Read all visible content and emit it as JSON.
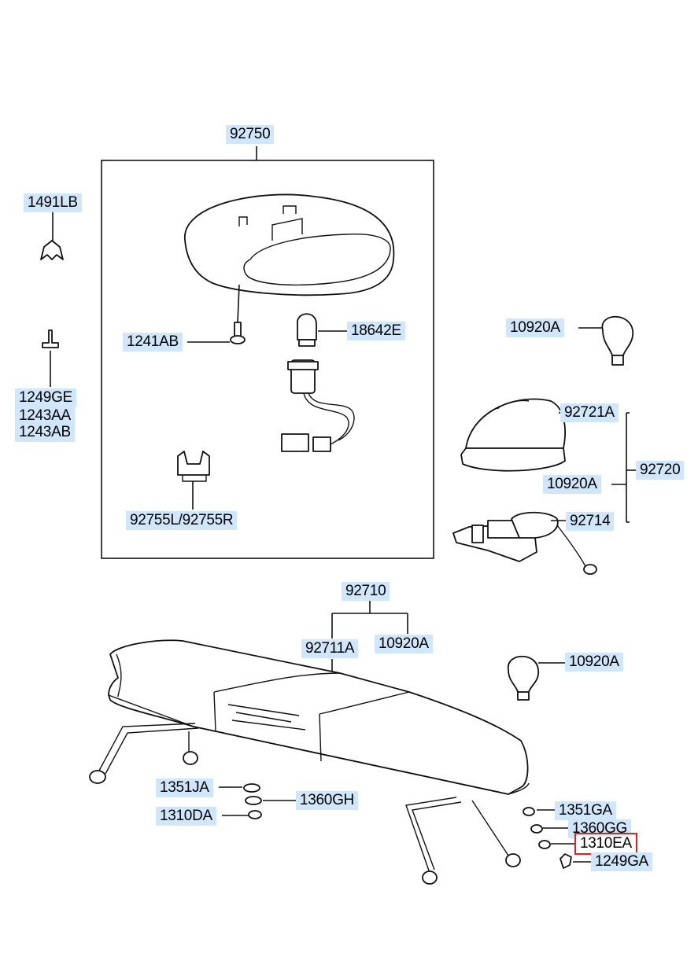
{
  "labels": {
    "p92750": "92750",
    "p1491LB": "1491LB",
    "p1241AB": "1241AB",
    "p18642E": "18642E",
    "p1249GE": "1249GE",
    "p1243AA": "1243AA",
    "p1243AB": "1243AB",
    "p92755": "92755L/92755R",
    "p10920A_top": "10920A",
    "p92721A": "92721A",
    "p92720": "92720",
    "p10920A_mid": "10920A",
    "p92714": "92714",
    "p92710": "92710",
    "p92711A": "92711A",
    "p10920A_bar": "10920A",
    "p10920A_loose": "10920A",
    "p1351JA": "1351JA",
    "p1360GH": "1360GH",
    "p1310DA": "1310DA",
    "p1351GA": "1351GA",
    "p1360GG": "1360GG",
    "p1310EA": "1310EA",
    "p1249GA": "1249GA"
  },
  "highlight": {
    "part": "1310EA",
    "color": "#e02020"
  },
  "colors": {
    "label_bg": "#cfe6fb",
    "line": "#111111"
  }
}
